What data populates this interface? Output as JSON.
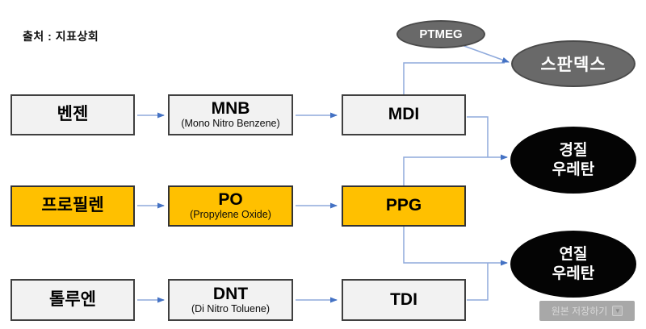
{
  "source_label": "출처 : 지표상회",
  "colors": {
    "box_fill_gray": "#f2f2f2",
    "box_fill_yellow": "#ffc000",
    "box_border": "#404040",
    "ellipse_gray_fill": "#696969",
    "ellipse_gray_border": "#4a4a4a",
    "ellipse_black_fill": "#040404",
    "connector_line": "#8faadc",
    "connector_arrow": "#4472c4",
    "save_button_bg": "#a8a8a8"
  },
  "diagram": {
    "rows": [
      {
        "feedstock": {
          "label": "벤젠"
        },
        "intermediate": {
          "label": "MNB",
          "sub": "(Mono Nitro Benzene)"
        },
        "product": {
          "label": "MDI"
        },
        "highlighted": false
      },
      {
        "feedstock": {
          "label": "프로필렌"
        },
        "intermediate": {
          "label": "PO",
          "sub": "(Propylene Oxide)"
        },
        "product": {
          "label": "PPG"
        },
        "highlighted": true
      },
      {
        "feedstock": {
          "label": "톨루엔"
        },
        "intermediate": {
          "label": "DNT",
          "sub": "(Di Nitro Toluene)"
        },
        "product": {
          "label": "TDI"
        },
        "highlighted": false
      }
    ],
    "ellipses": {
      "ptmeg": {
        "label": "PTMEG"
      },
      "spandex": {
        "label": "스판덱스"
      },
      "rigid_urethane": {
        "line1": "경질",
        "line2": "우레탄"
      },
      "flexible_urethane": {
        "line1": "연질",
        "line2": "우레탄"
      }
    }
  },
  "save_button": {
    "label": "원본 저장하기",
    "icon": "▼"
  }
}
